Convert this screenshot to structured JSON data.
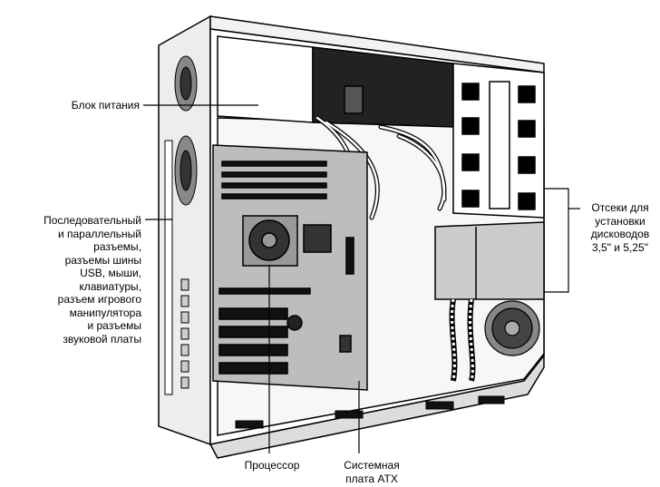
{
  "labels": {
    "power_supply": "Блок питания",
    "ports": [
      "Последовательный",
      "и параллельный",
      "разъемы,",
      "разъемы шины",
      "USB,  мыши,",
      "клавиатуры,",
      "разъем игрового",
      "манипулятора",
      "и разъемы",
      "звуковой платы"
    ],
    "drive_bays": [
      "Отсеки для",
      "установки",
      "дисководов",
      "3,5\" и 5,25\""
    ],
    "cpu": "Процессор",
    "motherboard": [
      "Системная",
      "плата ATX"
    ]
  }
}
